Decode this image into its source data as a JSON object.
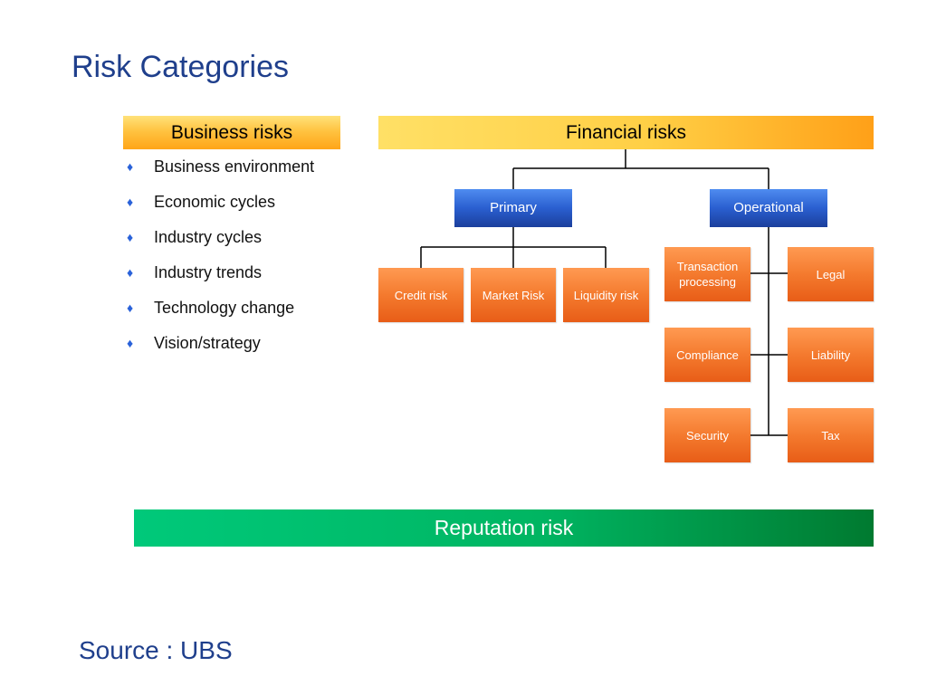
{
  "title": "Risk Categories",
  "business": {
    "header": "Business risks",
    "items": [
      "Business environment",
      "Economic cycles",
      "Industry cycles",
      "Industry trends",
      "Technology change",
      "Vision/strategy"
    ],
    "bullet": "♦"
  },
  "financial": {
    "header": "Financial  risks",
    "primary": {
      "label": "Primary",
      "children": [
        "Credit risk",
        "Market Risk",
        "Liquidity risk"
      ]
    },
    "operational": {
      "label": "Operational",
      "left": [
        "Transaction processing",
        "Compliance",
        "Security"
      ],
      "right": [
        "Legal",
        "Liability",
        "Tax"
      ]
    }
  },
  "reputation": "Reputation risk",
  "source": "Source : UBS",
  "colors": {
    "title": "#1f3f8c",
    "header_orange": "#ffa518",
    "node_blue": "#2a5fd0",
    "leaf_orange": "#f47a2e",
    "reputation_green": "#00a050"
  }
}
